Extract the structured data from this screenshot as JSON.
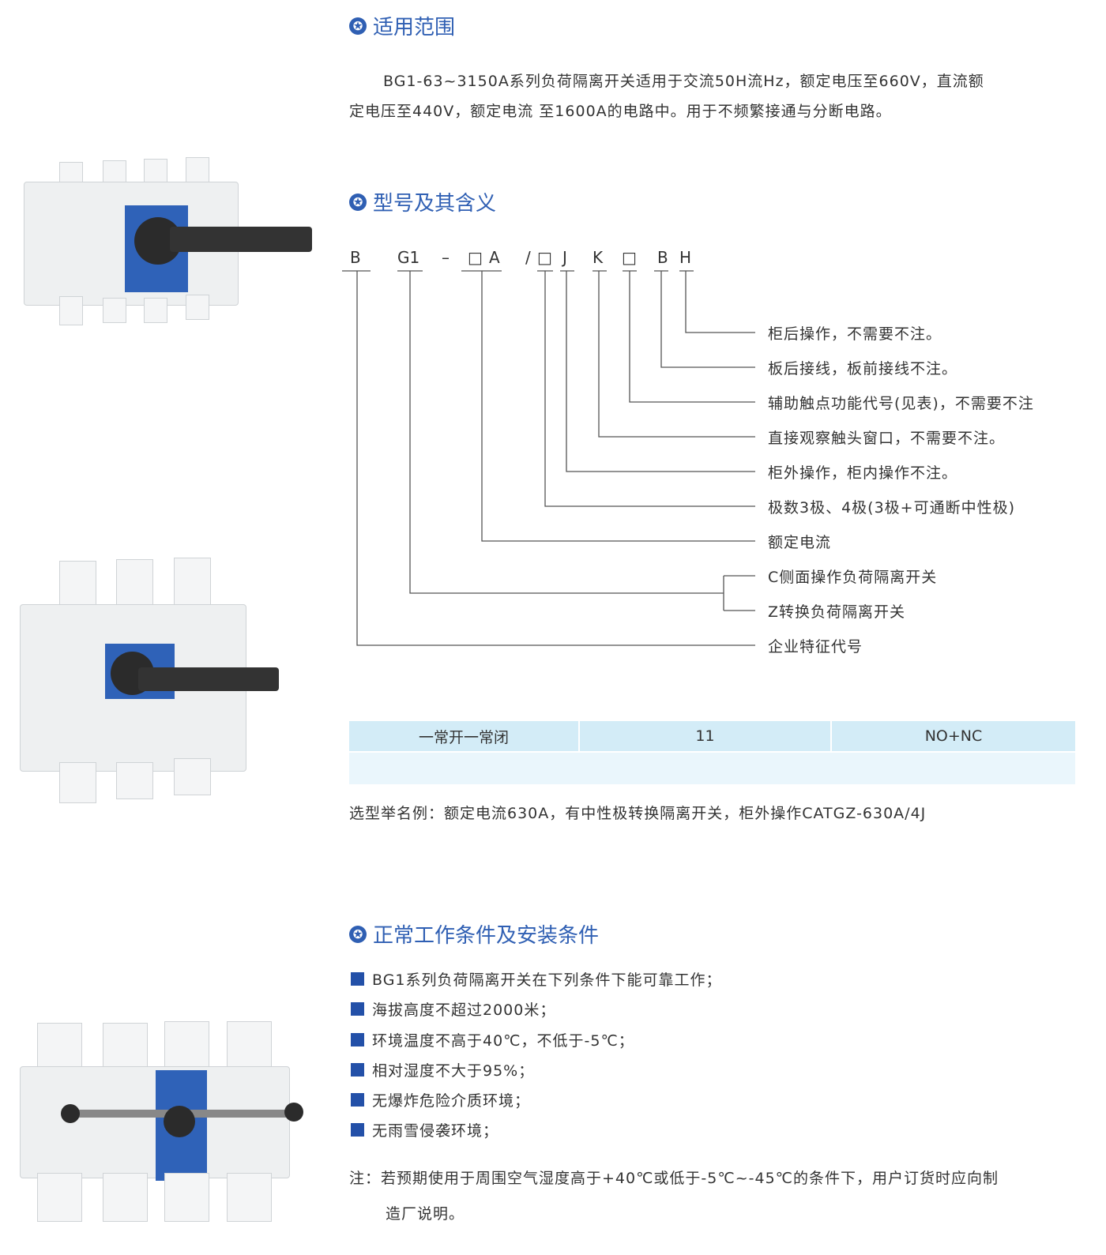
{
  "sections": {
    "scope": {
      "title": "适用范围",
      "text_line1": "BG1-63~3150A系列负荷隔离开关适用于交流50H流Hz，额定电压至660V，直流额",
      "text_line2": "定电压至440V，额定电流 至1600A的电路中。用于不频繁接通与分断电路。"
    },
    "model": {
      "title": "型号及其含义",
      "code": [
        "B",
        "G1",
        "–",
        "□",
        "A",
        "/",
        "□",
        "J",
        "K",
        "□",
        "B",
        "H"
      ],
      "labels": [
        "柜后操作，不需要不注。",
        "板后接线，板前接线不注。",
        "辅助触点功能代号(见表)，不需要不注",
        "直接观察触头窗口，不需要不注。",
        "柜外操作，柜内操作不注。",
        "极数3极、4极(3极+可通断中性极)",
        "额定电流",
        "C侧面操作负荷隔离开关",
        "Z转换负荷隔离开关",
        "企业特征代号"
      ]
    },
    "table": {
      "rows": [
        [
          "一常开一常闭",
          "11",
          "NO+NC"
        ],
        [
          "",
          "",
          ""
        ]
      ]
    },
    "example": "选型举名例：额定电流630A，有中性极转换隔离开关，柜外操作CATGZ-630A/4J",
    "conditions": {
      "title": "正常工作条件及安装条件",
      "items": [
        "BG1系列负荷隔离开关在下列条件下能可靠工作；",
        "海拔高度不超过2000米；",
        "环境温度不高于40℃，不低于-5℃；",
        "相对湿度不大于95%；",
        "无爆炸危险介质环境；",
        "无雨雪侵袭环境；"
      ],
      "note_line1": "注：若预期使用于周围空气湿度高于+40℃或低于-5℃~-45℃的条件下，用户订货时应向制",
      "note_line2": "造厂说明。"
    }
  },
  "colors": {
    "accent": "#2f5fb3",
    "table_header": "#d3ecf7",
    "table_row": "#eaf6fc"
  }
}
